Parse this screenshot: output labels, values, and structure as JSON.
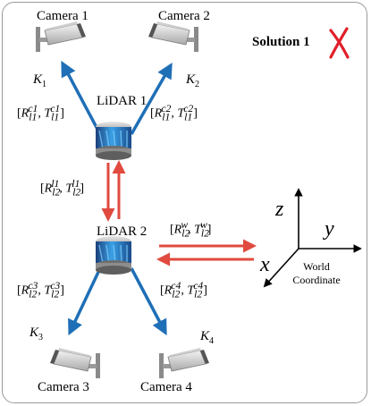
{
  "header": {
    "solution_label": "Solution 1",
    "solution_mark_color": "#e0202a"
  },
  "cameras": [
    {
      "name": "Camera 1",
      "intrinsic": "K",
      "intrinsic_sub": "1"
    },
    {
      "name": "Camera 2",
      "intrinsic": "K",
      "intrinsic_sub": "2"
    },
    {
      "name": "Camera 3",
      "intrinsic": "K",
      "intrinsic_sub": "3"
    },
    {
      "name": "Camera 4",
      "intrinsic": "K",
      "intrinsic_sub": "4"
    }
  ],
  "lidars": [
    {
      "name": "LiDAR 1"
    },
    {
      "name": "LiDAR 2"
    }
  ],
  "transforms": {
    "l1_to_c1": {
      "R_sup": "c1",
      "R_sub": "l1",
      "T_sup": "c1",
      "T_sub": "l1"
    },
    "l1_to_c2": {
      "R_sup": "c2",
      "R_sub": "l1",
      "T_sup": "c2",
      "T_sub": "l1"
    },
    "l2_to_l1": {
      "R_sup": "l1",
      "R_sub": "l2",
      "T_sup": "l1",
      "T_sub": "l2"
    },
    "l2_to_w": {
      "R_sup": "w",
      "R_sub": "l2",
      "T_sup": "w",
      "T_sub": "l2"
    },
    "l2_to_c3": {
      "R_sup": "c3",
      "R_sub": "l2",
      "T_sup": "c3",
      "T_sub": "l2"
    },
    "l2_to_c4": {
      "R_sup": "c4",
      "R_sub": "l2",
      "T_sup": "c4",
      "T_sub": "l2"
    }
  },
  "world_frame": {
    "axis_x": "x",
    "axis_y": "y",
    "axis_z": "z",
    "label_line1": "World",
    "label_line2": "Coordinate"
  },
  "colors": {
    "camera_arrow": "#1f6fb7",
    "lidar_arrow": "#e04a3f",
    "lidar_body": "#2f8fd6"
  }
}
